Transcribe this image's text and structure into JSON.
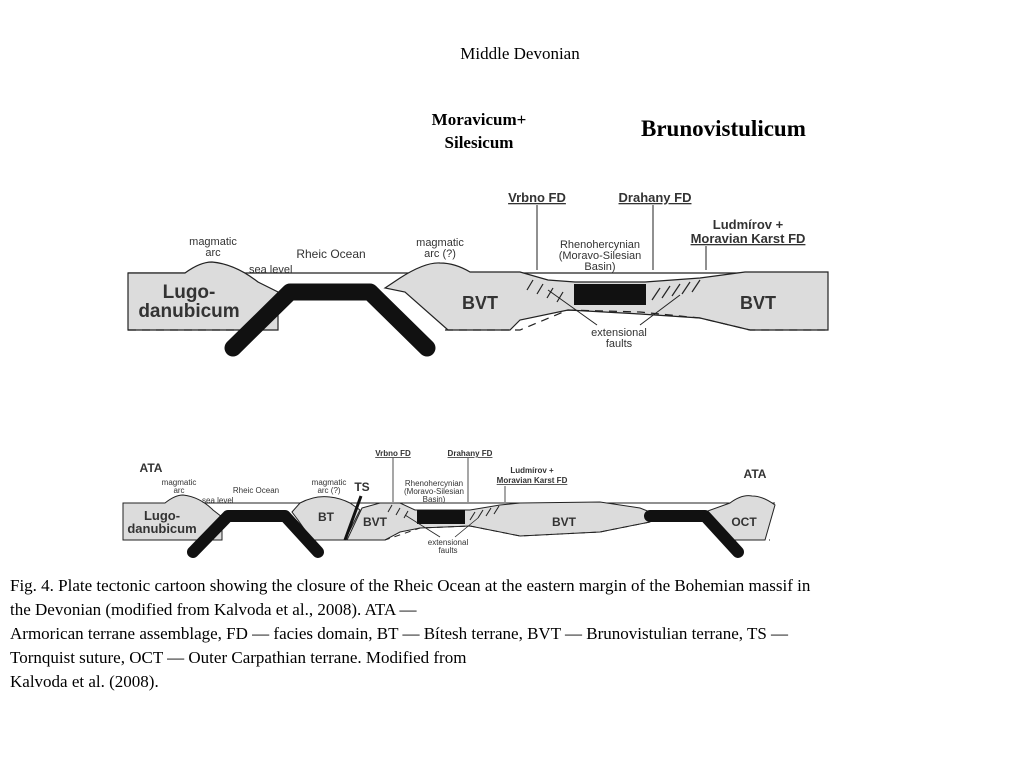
{
  "title": "Middle Devonian",
  "labels": {
    "moravicum_line1": "Moravicum+",
    "moravicum_line2": "Silesicum",
    "brunovistulicum": "Brunovistulicum"
  },
  "upper_section": {
    "vrbno": "Vrbno FD",
    "drahany": "Drahany FD",
    "ludmirov_line1": "Ludmírov +",
    "ludmirov_line2": "Moravian Karst FD",
    "magmatic_arc_1": "magmatic",
    "magmatic_arc_2": "arc",
    "rheic": "Rheic Ocean",
    "magmatic_q_1": "magmatic",
    "magmatic_q_2": "arc (?)",
    "rheno_1": "Rhenohercynian",
    "rheno_2": "(Moravo-Silesian",
    "rheno_3": "Basin)",
    "sea_level": "sea level",
    "lugo_1": "Lugo-",
    "lugo_2": "danubicum",
    "bvt_left": "BVT",
    "bvt_right": "BVT",
    "ext_1": "extensional",
    "ext_2": "faults"
  },
  "lower_section": {
    "ata_left": "ATA",
    "ata_right": "ATA",
    "vrbno": "Vrbno FD",
    "drahany": "Drahany FD",
    "ludmirov_line1": "Ludmírov +",
    "ludmirov_line2": "Moravian Karst FD",
    "magmatic_arc_1": "magmatic",
    "magmatic_arc_2": "arc",
    "rheic": "Rheic Ocean",
    "magmatic_q_1": "magmatic",
    "magmatic_q_2": "arc (?)",
    "ts": "TS",
    "rheno_1": "Rhenohercynian",
    "rheno_2": "(Moravo-Silesian",
    "rheno_3": "Basin)",
    "sea_level": "sea level",
    "lugo_1": "Lugo-",
    "lugo_2": "danubicum",
    "bt": "BT",
    "bvt_left": "BVT",
    "bvt_right": "BVT",
    "oct": "OCT",
    "ext_1": "extensional",
    "ext_2": "faults"
  },
  "caption": {
    "line1": "Fig. 4. Plate tectonic cartoon showing the closure of the Rheic Ocean at the eastern margin of the Bohemian massif in",
    "line2": "the Devonian (modified from Kalvoda et al., 2008). ATA —",
    "line3": "Armorican terrane assemblage, FD — facies domain, BT — Bítesh terrane, BVT — Brunovistulian terrane, TS —",
    "line4": "Tornquist suture, OCT — Outer Carpathian terrane. Modified from",
    "line5": "Kalvoda et al. (2008)."
  }
}
